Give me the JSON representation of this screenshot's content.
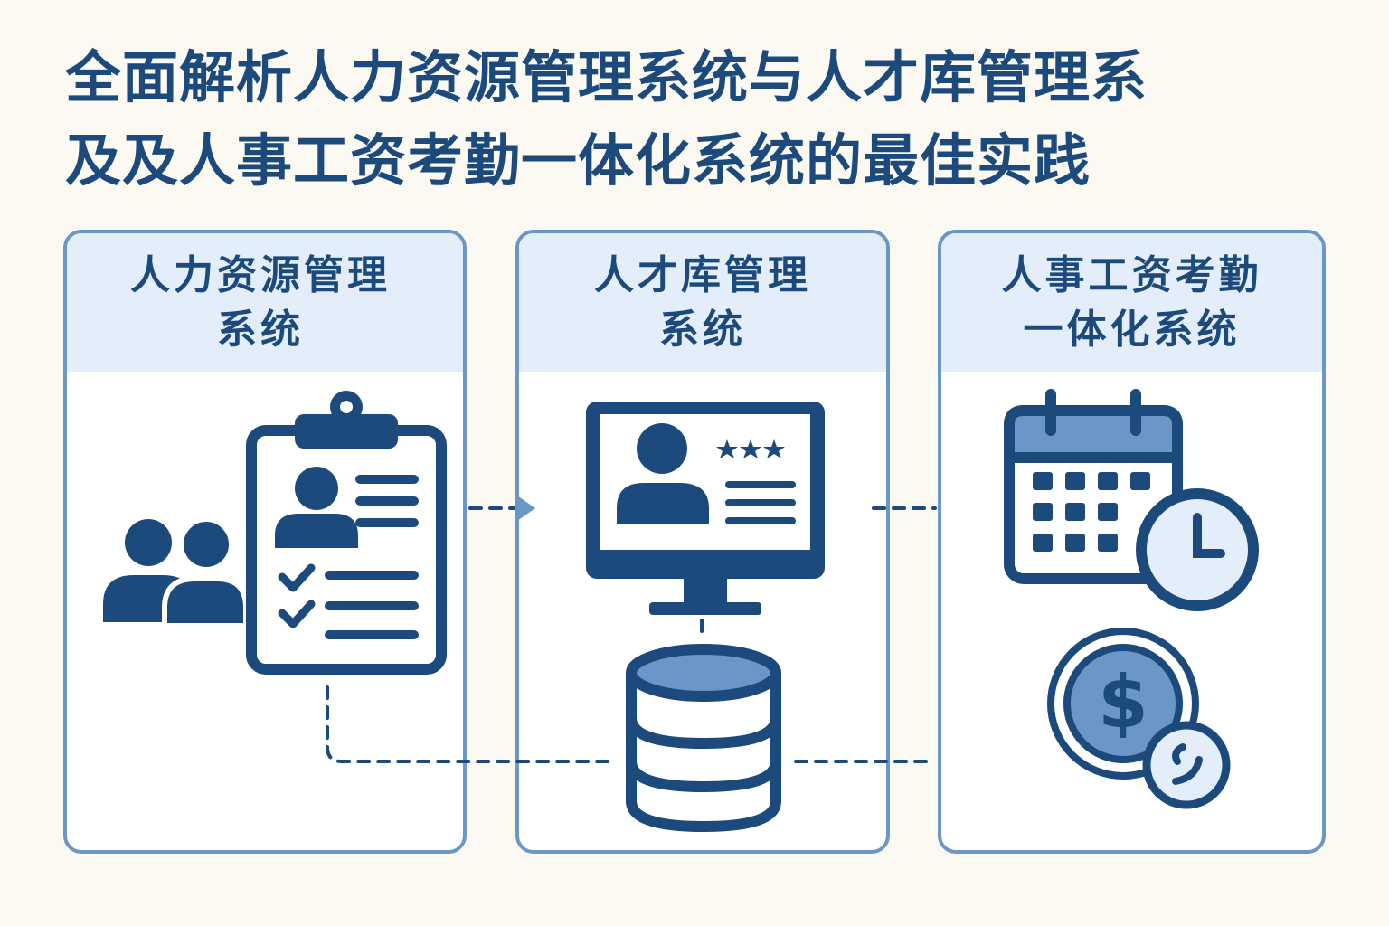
{
  "title": {
    "line1": "全面解析人力资源管理系统与人才库管理系",
    "line2": "及及人事工资考勤一体化系统的最佳实践"
  },
  "panels": [
    {
      "title_line1": "人力资源管理",
      "title_line2": "系统",
      "icons": [
        "people-icon",
        "clipboard-profile-icon"
      ]
    },
    {
      "title_line1": "人才库管理",
      "title_line2": "系统",
      "icons": [
        "monitor-profile-icon",
        "database-icon"
      ]
    },
    {
      "title_line1": "人事工资考勤",
      "title_line2": "一体化系统",
      "icons": [
        "calendar-icon",
        "clock-icon",
        "dollar-coin-icon"
      ]
    }
  ],
  "colors": {
    "primary": "#1c4a7c",
    "accent": "#6b97c6",
    "light_fill": "#e3eefa",
    "background": "#fbf9f1"
  }
}
